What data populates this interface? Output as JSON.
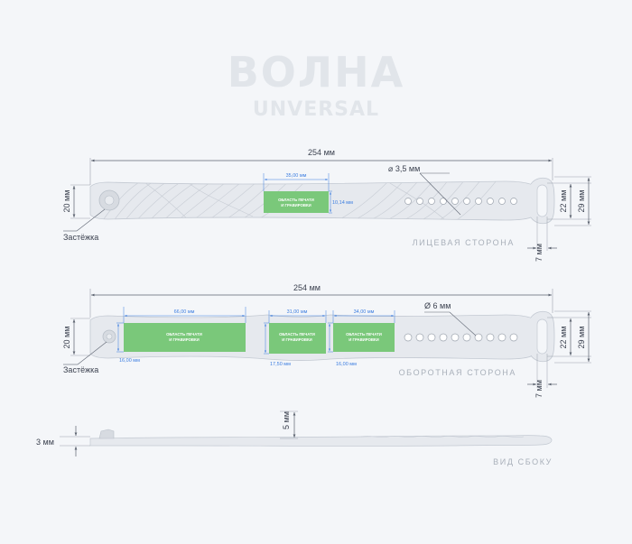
{
  "title": {
    "main": "ВОЛНА",
    "sub": "UNVERSAL"
  },
  "front": {
    "length": "254 мм",
    "height_left": "20 мм",
    "height_right_inner": "22 мм",
    "height_right_outer": "29 мм",
    "loop_width": "7 мм",
    "hole_diameter": "⌀ 3,5 мм",
    "print_width": "35,00 мм",
    "print_height": "10,14 мм",
    "print_label_line1": "ОБЛАСТЬ ПЕЧАТИ",
    "print_label_line2": "И ГРАВИРОВКИ",
    "clasp_label": "Застёжка",
    "side_label": "ЛИЦЕВАЯ СТОРОНА"
  },
  "back": {
    "length": "254 мм",
    "height_left": "20 мм",
    "height_right_inner": "22 мм",
    "height_right_outer": "29 мм",
    "loop_width": "7 мм",
    "hole_diameter": "Ø 6 мм",
    "area1_width": "66,00 мм",
    "area1_height": "16,00 мм",
    "area2_width": "31,00 мм",
    "area2_height": "17,50 мм",
    "area3_width": "34,00 мм",
    "area3_height": "16,00 мм",
    "print_label_line1": "ОБЛАСТЬ ПЕЧАТИ",
    "print_label_line2": "И ГРАВИРОВКИ",
    "clasp_label": "Застёжка",
    "side_label": "ОБОРОТНАЯ СТОРОНА"
  },
  "side": {
    "thickness": "3 мм",
    "clasp_height": "5 мм",
    "side_label": "ВИД СБОКУ"
  },
  "colors": {
    "band_fill": "#e6e9ee",
    "band_stroke": "#c3c9d2",
    "print_area": "#7ac87a",
    "dimension_line": "#5c6370",
    "blue_dimension": "#3b7de0",
    "title": "#e1e5ea"
  }
}
